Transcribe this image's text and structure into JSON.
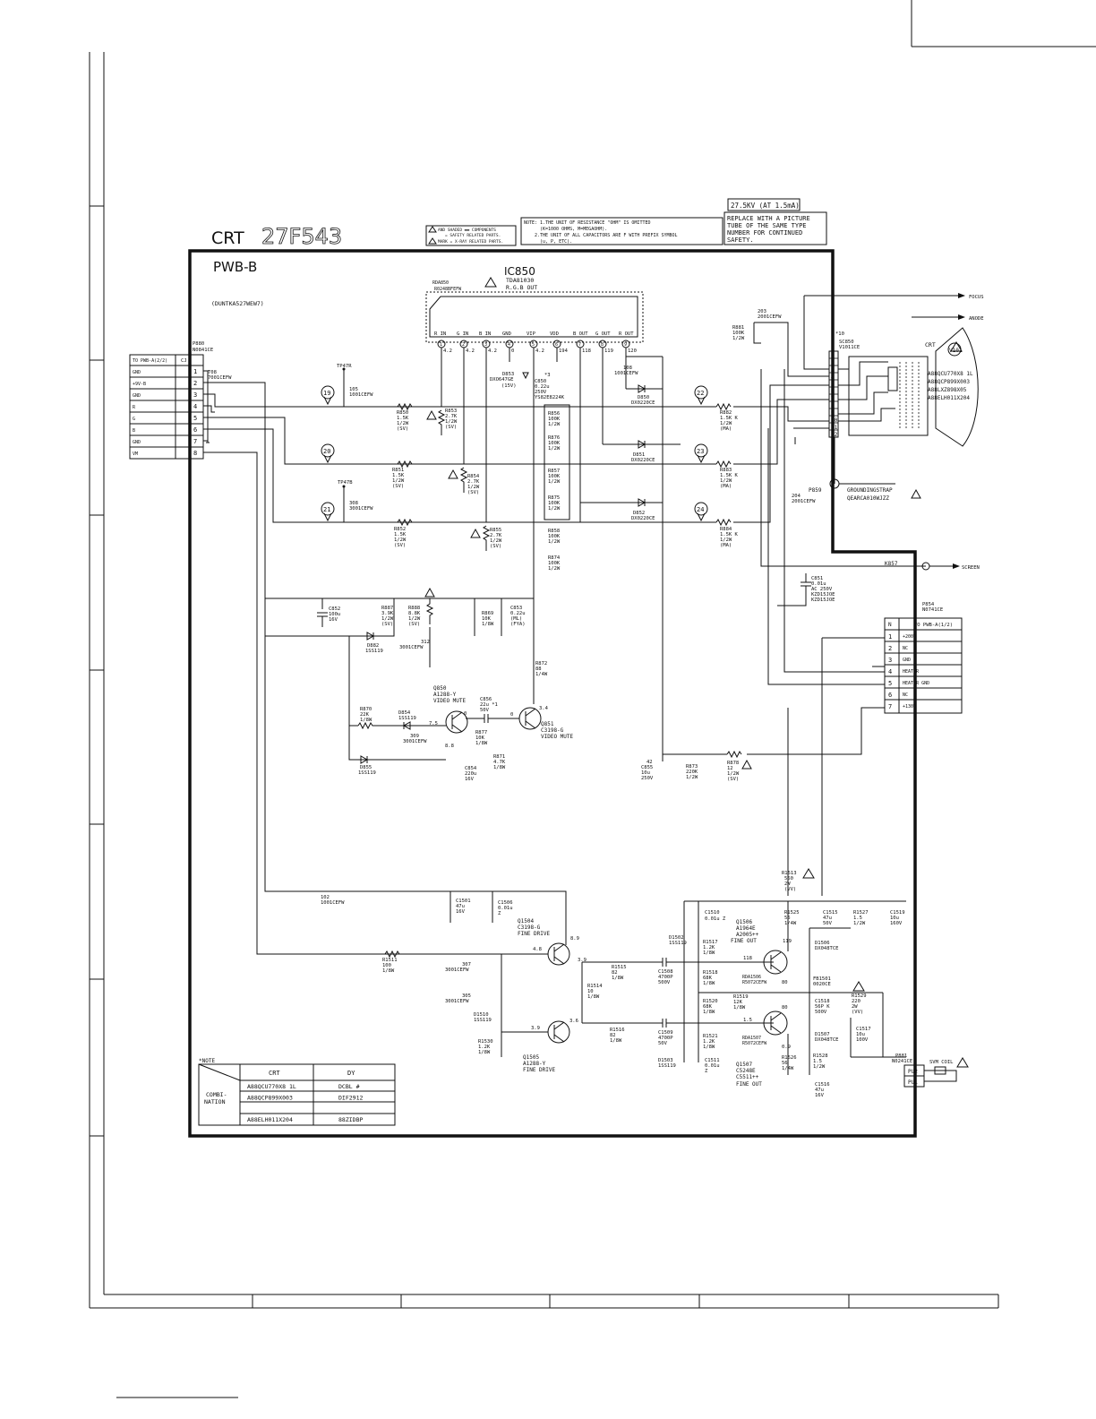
{
  "header": {
    "crt_label": "CRT",
    "model": "27F543",
    "pwb": "PWB-B",
    "part_no": "(DUNTKA527WEW7)"
  },
  "notes": {
    "safety_1": "AND SHADED ▬▬ COMPONENTS",
    "safety_2": "= SAFETY RELATED PARTS.",
    "safety_3": "MARK = X-RAY RELATED PARTS.",
    "unit_1": "NOTE: 1.THE UNIT OF RESISTANCE \"OHM\" IS OMITTED",
    "unit_2": "(K=1000 OHMS, M=MEGAOHM).",
    "unit_3": "2.THE UNIT OF ALL CAPACITORS ARE F WITH PREFIX SYMBOL",
    "unit_4": "(u, P, ETC).",
    "kv": "27.5KV (AT 1.5mA)",
    "replace_1": "REPLACE WITH A PICTURE",
    "replace_2": "TUBE OF THE SAME TYPE",
    "replace_3": "NUMBER FOR CONTINUED",
    "replace_4": "SAFETY."
  },
  "ic": {
    "ref": "IC850",
    "part": "TDA81030",
    "function": "R.G.B OUT",
    "rda": "RDA850",
    "rda_part": "R0248BFEFW",
    "pins": [
      {
        "n": "1",
        "name": "R IN",
        "v": "4.2"
      },
      {
        "n": "2",
        "name": "G IN",
        "v": "4.2"
      },
      {
        "n": "3",
        "name": "B IN",
        "v": "4.2"
      },
      {
        "n": "4",
        "name": "GND",
        "v": "0"
      },
      {
        "n": "5",
        "name": "VIP",
        "v": "4.2"
      },
      {
        "n": "6",
        "name": "VDD",
        "v": "194"
      },
      {
        "n": "7",
        "name": "B OUT",
        "v": "118"
      },
      {
        "n": "8",
        "name": "G OUT",
        "v": "119"
      },
      {
        "n": "9",
        "name": "R OUT",
        "v": "120"
      }
    ]
  },
  "left_connector": {
    "ref": "P880",
    "part": "N0841CE",
    "header": "TO PWB-A(2/2)",
    "header2": "CJ",
    "rows": [
      {
        "name": "GND",
        "n": "1"
      },
      {
        "name": "+9V-B",
        "n": "2"
      },
      {
        "name": "GND",
        "n": "3"
      },
      {
        "name": "R",
        "n": "4"
      },
      {
        "name": "G",
        "n": "5"
      },
      {
        "name": "B",
        "n": "6"
      },
      {
        "name": "GND",
        "n": "7"
      },
      {
        "name": "VM",
        "n": "8"
      }
    ]
  },
  "right_connector": {
    "ref": "P854",
    "part": "N0741CE",
    "header_n": "N",
    "header": "TO PWB-A(1/2)",
    "rows": [
      {
        "n": "1",
        "name": "+200V"
      },
      {
        "n": "2",
        "name": "NC"
      },
      {
        "n": "3",
        "name": "GND"
      },
      {
        "n": "4",
        "name": "HEATER"
      },
      {
        "n": "5",
        "name": "HEATER  GND"
      },
      {
        "n": "6",
        "name": "NC"
      },
      {
        "n": "7",
        "name": "+130V"
      }
    ]
  },
  "socket": {
    "ref": "SC850",
    "part": "V1011CE",
    "x10": "*10",
    "pins": [
      "1",
      "2",
      "3",
      "4",
      "5",
      "6",
      "7",
      "8",
      "9",
      "10",
      "11",
      "12"
    ]
  },
  "crt_tube": {
    "label": "CRT",
    "ref": "V101",
    "types": [
      "A88QCU770X8 1L",
      "A88QCP899X003",
      "A88LXZ898X05",
      "A88ELH011X204"
    ],
    "focus": "FOCUS",
    "anode": "ANODE",
    "screen": "SCREEN",
    "k857": "K857",
    "p859": "P859",
    "strap_1": "GROUNDINGSTRAP",
    "strap_2": "QEARCA010WJZZ"
  },
  "test_points": [
    "19",
    "20",
    "21",
    "22",
    "23",
    "24"
  ],
  "tp": {
    "tp47r": "TP47R",
    "tp47b": "TP47B"
  },
  "labels": {
    "t08": [
      "T08",
      "7001CEFW"
    ],
    "c105": [
      "105",
      "1001CEFW"
    ],
    "c308": [
      "308",
      "3001CEFW"
    ],
    "r850": [
      "R850",
      "1.5K",
      "1/2W",
      "(SV)"
    ],
    "r851": [
      "R851",
      "1.5K",
      "1/2W",
      "(SV)"
    ],
    "r852": [
      "R852",
      "1.5K",
      "1/2W",
      "(SV)"
    ],
    "r853": [
      "R853",
      "2.7K",
      "1/2W",
      "(SV)"
    ],
    "r854": [
      "R854",
      "2.7K",
      "1/2W",
      "(SV)"
    ],
    "r855": [
      "R855",
      "2.7K",
      "1/2W",
      "(SV)"
    ],
    "d853": [
      "D853",
      "DXO647GE",
      "(15V)"
    ],
    "c850": [
      "*3",
      "C850",
      "0.22u",
      "250V",
      "YS82E8224K"
    ],
    "r856": [
      "R856",
      "100K",
      "1/2W"
    ],
    "r876": [
      "R876",
      "100K",
      "1/2W"
    ],
    "r857": [
      "R857",
      "100K",
      "1/2W"
    ],
    "r875": [
      "R875",
      "100K",
      "1/2W"
    ],
    "r858": [
      "R858",
      "100K",
      "1/2W"
    ],
    "r874": [
      "R874",
      "100K",
      "1/2W"
    ],
    "c108": [
      "108",
      "1001CEFW"
    ],
    "d850": [
      "D850",
      "DX0220CE"
    ],
    "d851": [
      "D851",
      "DX0220CE"
    ],
    "d852": [
      "D852",
      "DX0220CE"
    ],
    "r882": [
      "R882",
      "1.5K K",
      "1/2W",
      "(MA)"
    ],
    "r883": [
      "R883",
      "1.5K K",
      "1/2W",
      "(MA)"
    ],
    "r884": [
      "R884",
      "1.5K K",
      "1/2W",
      "(MA)"
    ],
    "r881": [
      "R881",
      "100K",
      "1/2W"
    ],
    "c203": [
      "203",
      "2001CEFW"
    ],
    "c204": [
      "204",
      "2001CEFW"
    ],
    "c851": [
      "C851",
      "0.01u",
      "AC 250V",
      "KZD15JOE",
      "KZD15JOE"
    ],
    "c852": [
      "C852",
      "100u",
      "16V"
    ],
    "d882": [
      "D882",
      "1SS119"
    ],
    "r887": [
      "R887",
      "3.9K",
      "1/2W",
      "(SV)"
    ],
    "r888": [
      "R888",
      "8.8K",
      "1/2W",
      "(SV)"
    ],
    "c312": [
      "312",
      "3001CEFW"
    ],
    "r869": [
      "R869",
      "10K",
      "1/8W"
    ],
    "c853": [
      "C853",
      "0.22u",
      "(ML)",
      "(FYA)"
    ],
    "r872": [
      "R872",
      "88",
      "1/4W"
    ],
    "q850": [
      "Q850",
      "A1288-Y",
      "VIDEO MUTE"
    ],
    "c856": [
      "C856",
      "22u *1",
      "50V"
    ],
    "q851": [
      "Q851",
      "C3198-G",
      "VIDEO MUTE"
    ],
    "r870": [
      "R870",
      "22K",
      "1/8W"
    ],
    "d854": [
      "D854",
      "1SS119"
    ],
    "r877": [
      "R877",
      "10K",
      "1/8W"
    ],
    "r871": [
      "R871",
      "4.7K",
      "1/8W"
    ],
    "c309": [
      "309",
      "3001CEFW"
    ],
    "d855": [
      "D855",
      "1SS119"
    ],
    "c854": [
      "C854",
      "220u",
      "16V"
    ],
    "c855": [
      "42",
      "C855",
      "10u",
      "250V"
    ],
    "r873": [
      "R873",
      "220K",
      "1/2W"
    ],
    "r878": [
      "R878",
      "12",
      "1/2W",
      "(SV)"
    ],
    "v_q850_e": "7.5",
    "v_q850_c": "8.8",
    "v_q851_b": "0",
    "v_q851_c": "3.4",
    "v_q850_b": "0",
    "c102": [
      "102",
      "1001CEFW"
    ],
    "c1501": [
      "C1501",
      "47u",
      "16V"
    ],
    "c1506": [
      "C1506",
      "0.01u",
      "Z"
    ],
    "q1504": [
      "Q1504",
      "C3198-G",
      "FINE DRIVE"
    ],
    "q1505": [
      "Q1505",
      "A1288-Y",
      "FINE DRIVE"
    ],
    "r1511": [
      "R1511",
      "100",
      "1/8W"
    ],
    "c307": [
      "307",
      "3001CEFW"
    ],
    "c305": [
      "305",
      "3001CEFW"
    ],
    "d1510": [
      "D1510",
      "1SS119"
    ],
    "r1530": [
      "R1530",
      "1.2K",
      "1/8W"
    ],
    "r1514": [
      "R1514",
      "10",
      "1/8W"
    ],
    "r1515": [
      "R1515",
      "82",
      "1/8W"
    ],
    "r1516": [
      "R1516",
      "82",
      "1/8W"
    ],
    "c1508": [
      "C1508",
      "4700P",
      "500V"
    ],
    "c1509": [
      "C1509",
      "4700P",
      "50V"
    ],
    "v_q1504_b": "4.8",
    "v_q1504_c": "8.9",
    "v_q1504_e": "3.9",
    "v_q1505_b": "3.9",
    "v_q1505_e": "3.6",
    "c1510": [
      "C1510",
      "0.01u Z"
    ],
    "d1502": [
      "D1502",
      "1SS119"
    ],
    "r1517": [
      "R1517",
      "1.2K",
      "1/8W"
    ],
    "r1518": [
      "R1518",
      "68K",
      "1/8W"
    ],
    "r1520": [
      "R1520",
      "68K",
      "1/8W"
    ],
    "r1521": [
      "R1521",
      "1.2K",
      "1/8W"
    ],
    "d1503": [
      "D1503",
      "1SS119"
    ],
    "c1511": [
      "C1511",
      "0.01u",
      "Z"
    ],
    "q1506": [
      "Q1506",
      "A1964E",
      "A2005++",
      "FINE OUT"
    ],
    "rda1506": [
      "RDA1506",
      "R5072CEFW"
    ],
    "q1507": [
      "Q1507",
      "C5248E",
      "C5511++",
      "FINE OUT"
    ],
    "rda1507": [
      "RDA1507",
      "R5072CEFW"
    ],
    "r1519": [
      "R1519",
      "12K",
      "1/8W"
    ],
    "v_q1506_b": "118",
    "v_q1506_c": "119",
    "v_q1506_e": "80",
    "v_q1507_b": "1.5",
    "v_q1507_c": "80",
    "v_q1507_e": "0.9",
    "r1513": [
      "R1513",
      "560",
      "2W",
      "(VV)"
    ],
    "r1525": [
      "R1525",
      "56",
      "1/4W"
    ],
    "r1526": [
      "R1526",
      "56",
      "1/4W"
    ],
    "c1515": [
      "C1515",
      "47u",
      "50V"
    ],
    "r1527": [
      "R1527",
      "1.5",
      "1/2W"
    ],
    "c1519": [
      "C1519",
      "10u",
      "160V"
    ],
    "d1506": [
      "D1506",
      "DX048TCE"
    ],
    "d1507": [
      "D1507",
      "DX048TCE"
    ],
    "fb1501": [
      "FB1501",
      "0020CE"
    ],
    "c1518": [
      "C1518",
      "56P K",
      "500V"
    ],
    "r1529": [
      "R1529",
      "220",
      "2W",
      "(VV)"
    ],
    "c1517": [
      "C1517",
      "10u",
      "100V"
    ],
    "r1528": [
      "R1528",
      "1.5",
      "1/2W"
    ],
    "c1516": [
      "C1516",
      "47u",
      "16V"
    ],
    "p881": [
      "P881",
      "N0241CE"
    ],
    "pu2": "PU2",
    "pu1": "PU1",
    "svm_coil": "SVM COIL"
  },
  "combination_note": {
    "title": "*NOTE",
    "col_crt": "CRT",
    "col_dy": "DY",
    "row_label_1": "COMBI-",
    "row_label_2": "NATION",
    "rows": [
      {
        "crt": "A88QCU770X8 1L",
        "dy": "DCBL #"
      },
      {
        "crt": "A88QCP899X003",
        "dy": "DIF2912"
      },
      {
        "crt": "",
        "dy": ""
      },
      {
        "crt": "A88ELH011X204",
        "dy": "88ZIDBP"
      }
    ]
  }
}
